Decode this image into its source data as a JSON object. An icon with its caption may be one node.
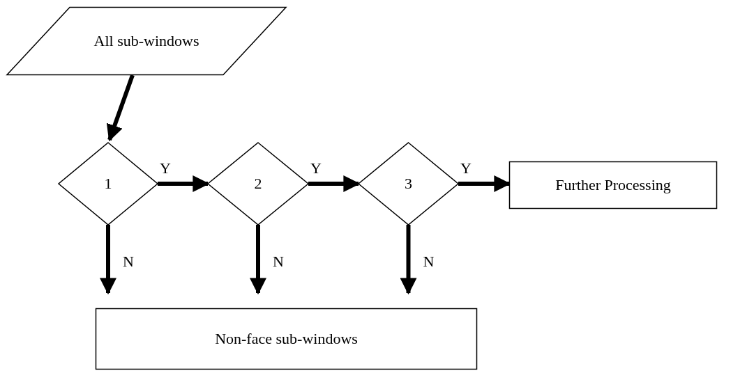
{
  "diagram": {
    "nodes": [
      {
        "text": [
          "All sub-windows"
        ]
      },
      {
        "text": [
          "1"
        ]
      },
      {
        "text": [
          "2"
        ]
      },
      {
        "text": [
          "3"
        ]
      },
      {
        "text": [
          "Further Processing"
        ]
      },
      {
        "text": [
          "Non-face sub-windows"
        ]
      }
    ],
    "edges": [
      {
        "from": 0,
        "to": 1,
        "arrow": "to"
      },
      {
        "from": 1,
        "to": 2,
        "arrow": "to",
        "label": "Y"
      },
      {
        "from": 2,
        "to": 3,
        "arrow": "to",
        "label": "Y"
      },
      {
        "from": 3,
        "to": 4,
        "arrow": "to",
        "label": "Y"
      },
      {
        "from": 1,
        "to": 5,
        "arrow": "to",
        "label": "N"
      },
      {
        "from": 2,
        "to": 5,
        "arrow": "to",
        "label": "N"
      },
      {
        "from": 3,
        "to": 5,
        "arrow": "to",
        "label": "N"
      }
    ]
  }
}
